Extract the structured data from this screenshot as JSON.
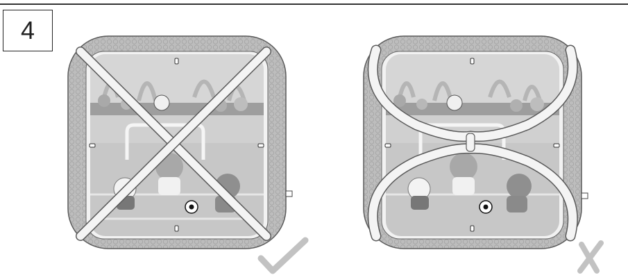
{
  "step": {
    "number": "4"
  },
  "panels": [
    {
      "id": "correct",
      "result": "check-mark"
    },
    {
      "id": "incorrect",
      "result": "x-mark"
    }
  ],
  "colors": {
    "frame": "#b3b3b3",
    "pad": "#d2d2d2",
    "mat": "#e4e4e4",
    "outline": "#5a5a5a",
    "mark": "#c2c2c2",
    "arch": "#f4f4f4"
  }
}
